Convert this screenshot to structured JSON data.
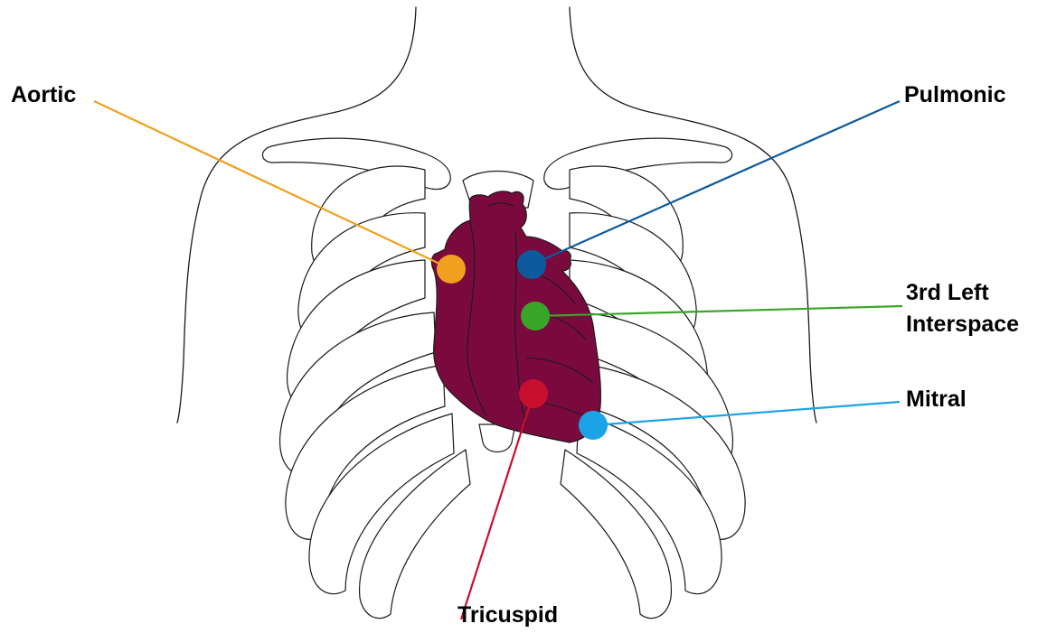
{
  "colors": {
    "heart": "#7a0a3e",
    "background": "#ffffff",
    "line_art": "#1a1a1a"
  },
  "points": [
    {
      "id": "aortic",
      "label_lines": [
        "Aortic"
      ],
      "color": "#f0a01e"
    },
    {
      "id": "pulmonic",
      "label_lines": [
        "Pulmonic"
      ],
      "color": "#0d5a9e"
    },
    {
      "id": "third-left-interspace",
      "label_lines": [
        "3rd Left",
        "Interspace"
      ],
      "color": "#3aa629"
    },
    {
      "id": "mitral",
      "label_lines": [
        "Mitral"
      ],
      "color": "#1ba3e6"
    },
    {
      "id": "tricuspid",
      "label_lines": [
        "Tricuspid"
      ],
      "color": "#c8102e"
    }
  ]
}
